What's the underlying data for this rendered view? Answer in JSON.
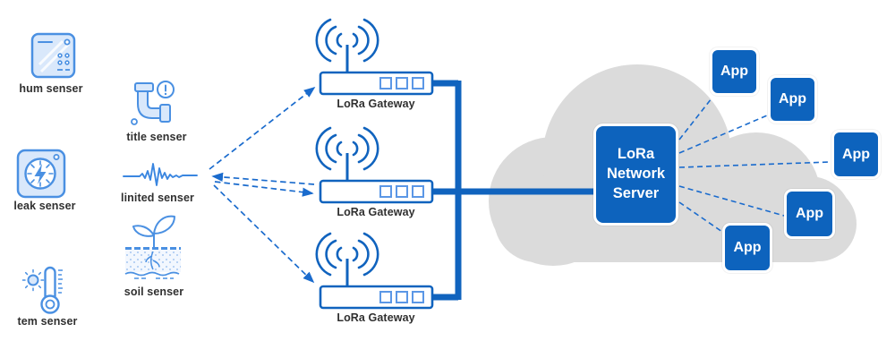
{
  "diagram_type": "LoRa network architecture diagram",
  "sensors": {
    "items": [
      {
        "label": "hum senser",
        "icon": "humidity-device-icon"
      },
      {
        "label": "title senser",
        "icon": "pipe-alert-icon"
      },
      {
        "label": "leak senser",
        "icon": "gauge-bolt-icon"
      },
      {
        "label": "linited senser",
        "icon": "waveform-icon"
      },
      {
        "label": "soil senser",
        "icon": "soil-plant-icon"
      },
      {
        "label": "tem senser",
        "icon": "thermometer-sun-icon"
      }
    ]
  },
  "gateways": {
    "items": [
      {
        "label": "LoRa Gateway",
        "icon": "router-antenna-icon"
      },
      {
        "label": "LoRa Gateway",
        "icon": "router-antenna-icon"
      },
      {
        "label": "LoRa Gateway",
        "icon": "router-antenna-icon"
      }
    ]
  },
  "server": {
    "lines": [
      "LoRa",
      "Network",
      "Server"
    ]
  },
  "apps": {
    "items": [
      {
        "label": "App"
      },
      {
        "label": "App"
      },
      {
        "label": "App"
      },
      {
        "label": "App"
      },
      {
        "label": "App"
      }
    ]
  },
  "colors": {
    "node_blue": "#0d63bd",
    "line_blue": "#1063be",
    "dashed_arrow_blue": "#1a6bcd",
    "icon_stroke_blue": "#4a90e2",
    "icon_fill_light": "#d9e8fb",
    "cloud_gray": "#dbdbdb",
    "label_text": "#303030",
    "node_text": "#ffffff"
  }
}
